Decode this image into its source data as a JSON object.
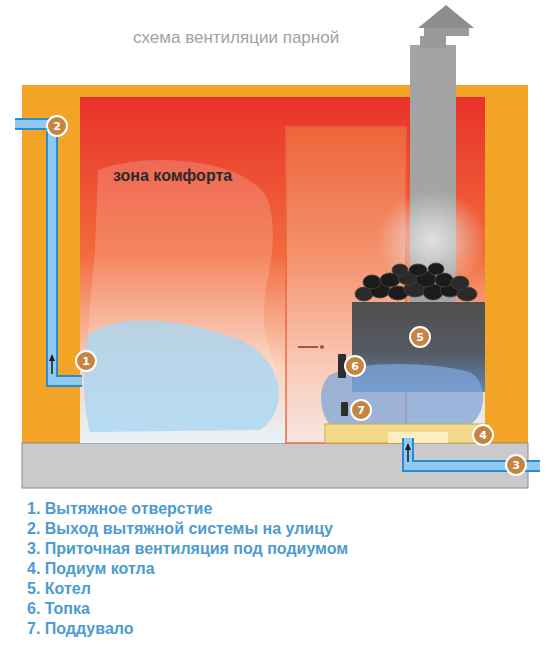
{
  "diagram": {
    "title": "схема вентиляции парной",
    "labels": [
      "зона комфорта",
      "1",
      "2",
      "3",
      "4",
      "5",
      "6",
      "7",
      "1. Вытяжное отверстие",
      "2. Выход вытяжной системы на улицу",
      "3. Приточная вентиляция под подиумом",
      "4. Подиум котла",
      "5. Котел",
      "6. Топка",
      "7. Поддувало"
    ]
  }
}
